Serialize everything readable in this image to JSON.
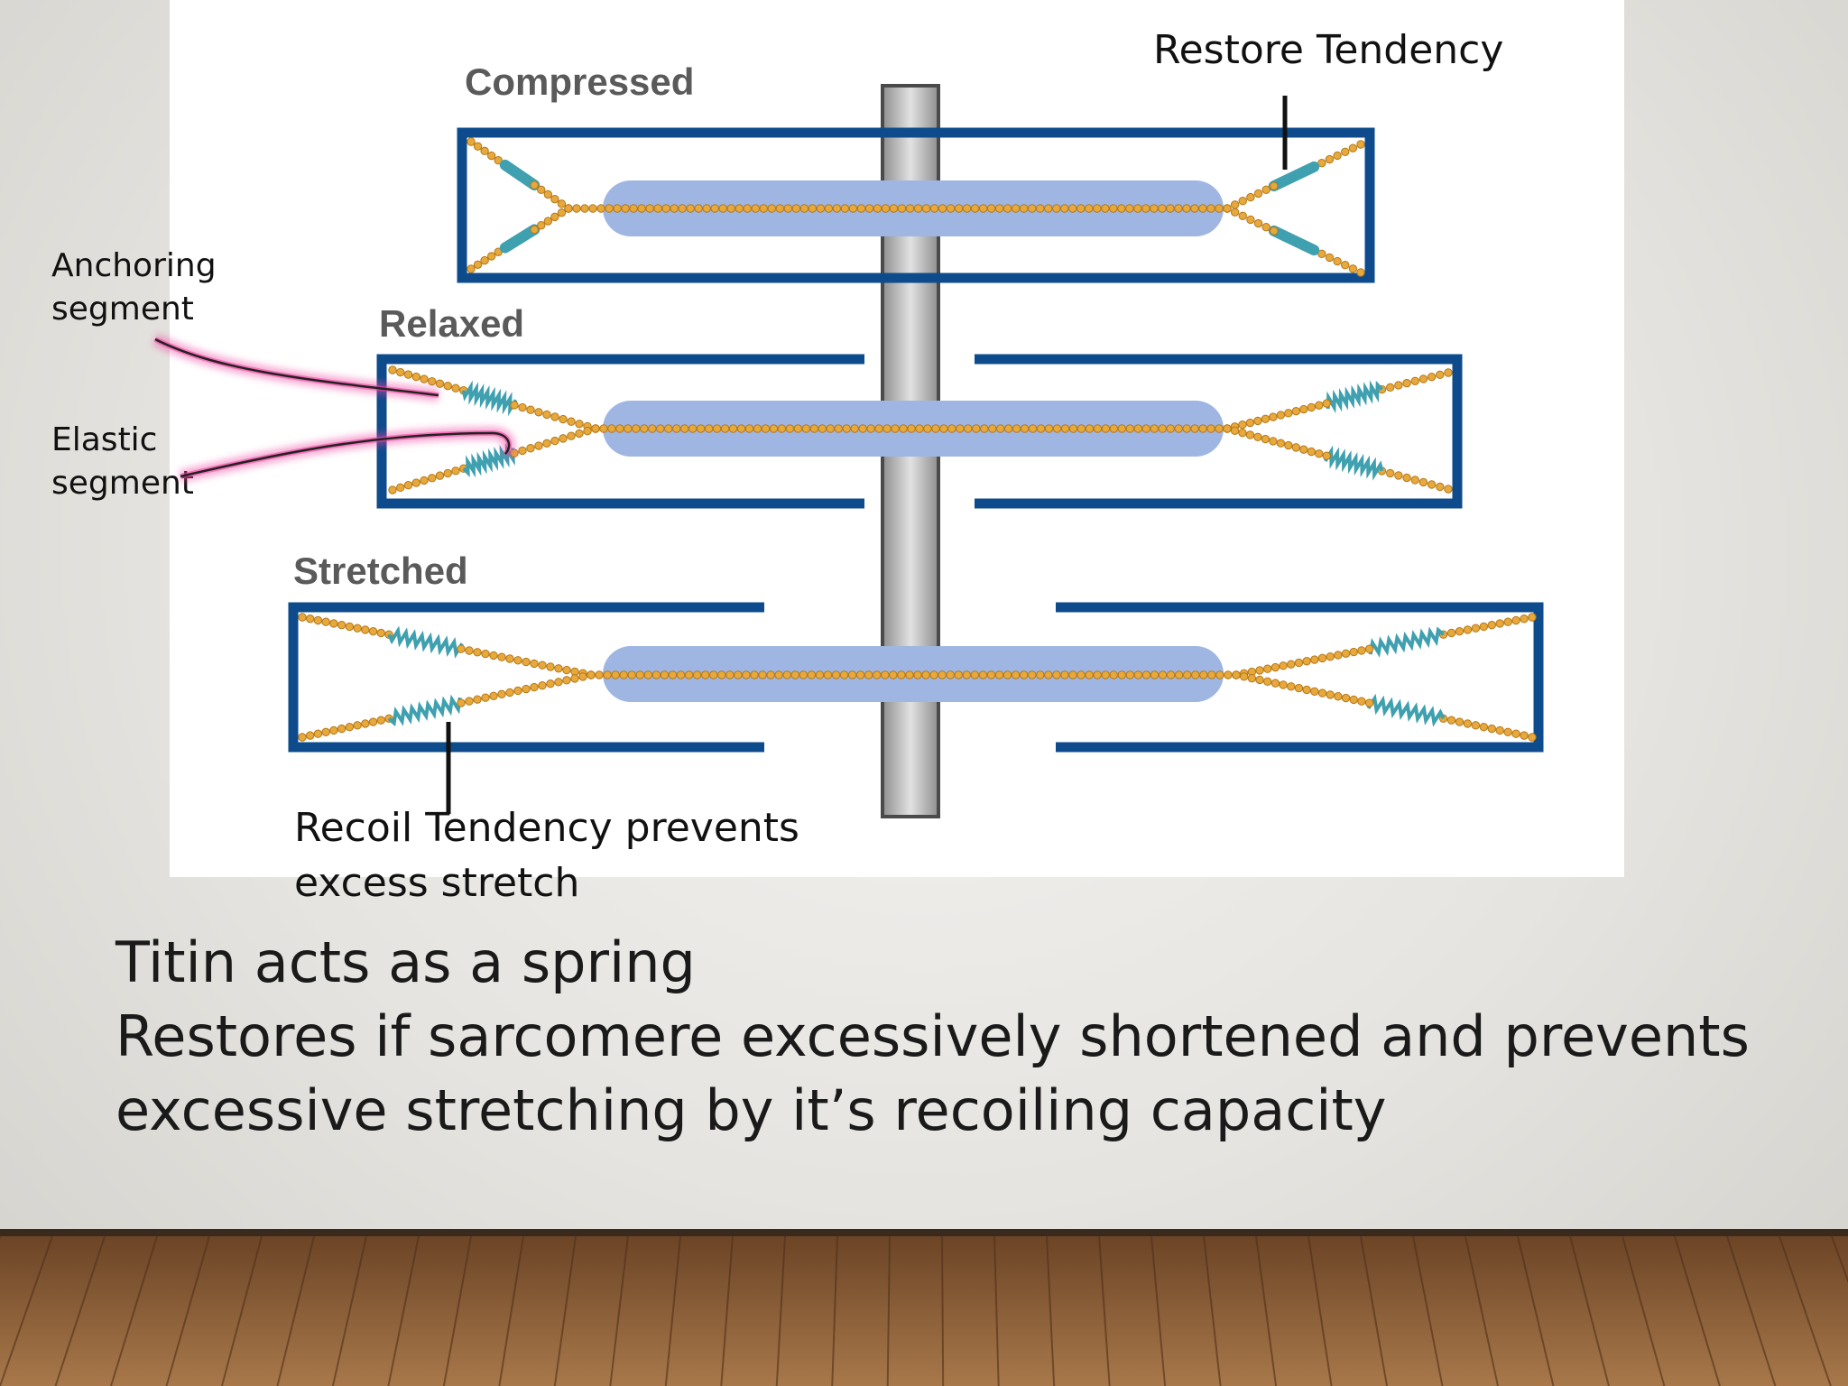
{
  "slide": {
    "body_lines": [
      "Titin acts as a spring",
      "Restores if sarcomere excessively shortened and prevents",
      "excessive stretching by it’s recoiling capacity"
    ]
  },
  "diagram": {
    "state_labels": {
      "compressed": "Compressed",
      "relaxed": "Relaxed",
      "stretched": "Stretched"
    },
    "annotations": {
      "restore": "Restore  Tendency",
      "anchoring": [
        "Anchoring",
        "segment"
      ],
      "elastic": [
        "Elastic",
        "segment"
      ],
      "recoil": [
        "Recoil Tendency prevents",
        "excess stretch"
      ]
    }
  },
  "colors": {
    "frame": "#0d4b8c",
    "thick_filament": "#9fb6e3",
    "titin_bead": "#e7a93c",
    "spring": "#3fa0b0",
    "highlight": "#ee3f9f",
    "floor": "#8a5a32"
  }
}
